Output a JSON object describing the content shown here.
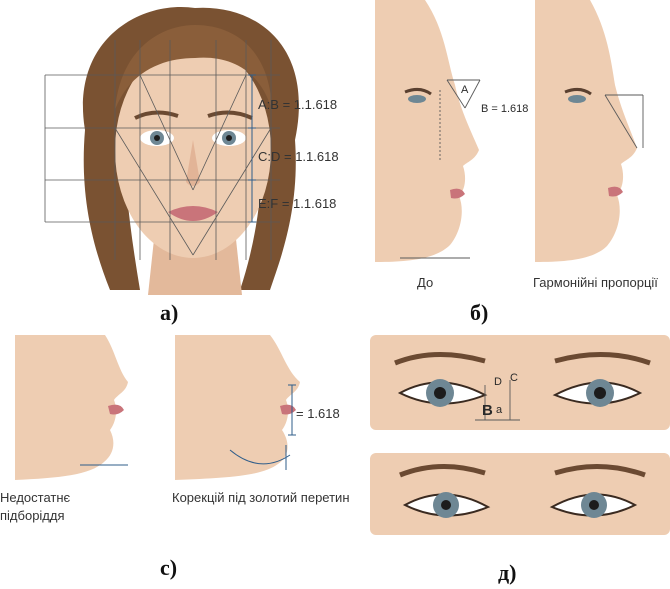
{
  "panels": {
    "a": {
      "caption": "а)",
      "ratios": [
        "A:B = 1.1.618",
        "C:D = 1.1.618",
        "E:F = 1.1.618"
      ]
    },
    "b": {
      "caption": "б)",
      "letter_a": "A",
      "letter_b": "B = 1.618",
      "before_label": "До",
      "after_label": "Гармонійні пропорції"
    },
    "c": {
      "caption": "с)",
      "ratio": "= 1.618",
      "before_label_line1": "Недостатнє",
      "before_label_line2": "підборіддя",
      "after_label": "Корекцій під золотий перетин"
    },
    "d": {
      "caption": "д)",
      "letter_d": "D",
      "letter_c": "C",
      "letter_b": "B",
      "letter_a": "a"
    }
  },
  "colors": {
    "skin": "#eecdb2",
    "skin_shadow": "#d9a88a",
    "hair": "#7a5232",
    "lips": "#c9747a",
    "iris": "#6e8794",
    "line": "#5a5a5a",
    "arrow": "#2f5d8a"
  }
}
